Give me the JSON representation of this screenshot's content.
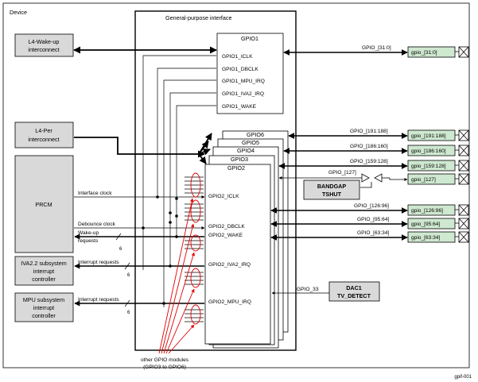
{
  "device_label": "Device",
  "gpi_title": "General-purpose interface",
  "left_blocks": {
    "l4_wakeup": [
      "L4-Wake-up",
      "interconnect"
    ],
    "l4_per": [
      "L4-Per",
      "interconnect"
    ],
    "prcm": "PRCM",
    "iva": [
      "IVA2.2 subsystem",
      "interrupt",
      "controller"
    ],
    "mpu": [
      "MPU subsystem",
      "interrupt",
      "controller"
    ]
  },
  "gpio1": {
    "title": "GPIO1",
    "ports": [
      "GPIO1_ICLK",
      "GPIO1_DBCLK",
      "GPIO1_MPU_IRQ",
      "GPIO1_IVA2_IRQ",
      "GPIO1_WAKE"
    ]
  },
  "gpio_stack_titles": [
    "GPIO6",
    "GPIO5",
    "GPIO4",
    "GPIO3",
    "GPIO2"
  ],
  "gpio2_ports": [
    "GPIO2_ICLK",
    "GPIO2_DBCLK",
    "GPIO2_WAKE",
    "GPIO2_IVA2_IRQ",
    "GPIO2_MPU_IRQ"
  ],
  "signals": {
    "interface_clock": "Interface clock",
    "debounce_clock": "Debounce clock",
    "wakeup_requests": [
      "Wake-up",
      "requests"
    ],
    "interrupt_requests_iva": "Interrupt requests",
    "interrupt_requests_mpu": "Interrupt requests",
    "bus6_a": "6",
    "bus6_b": "6",
    "bus6_c": "6"
  },
  "right_signals": [
    {
      "bus": "GPIO_[31:0]",
      "pin": "gpio_[31:0]"
    },
    {
      "bus": "GPIO_[191:188]",
      "pin": "gpio_[191:188]"
    },
    {
      "bus": "GPIO_[186:160]",
      "pin": "gpio_[186:160]"
    },
    {
      "bus": "GPIO_[159:128]",
      "pin": "gpio_[159:128]"
    },
    {
      "bus": "GPIO_[127]",
      "pin": "gpio_[127]"
    },
    {
      "bus": "GPIO_[126:96]",
      "pin": "gpio_[126:96]"
    },
    {
      "bus": "GPIO_[95:64]",
      "pin": "gpio_[95:64]"
    },
    {
      "bus": "GPIO_[63:34]",
      "pin": "gpio_[63:34]"
    }
  ],
  "bandgap": [
    "BANDGAP",
    "TSHUT"
  ],
  "dac": [
    "DAC1",
    "TV_DETECT"
  ],
  "gpio33_label": "GPIO_33",
  "other_modules": [
    "other GPIO modules",
    "(GPIO3 to GPIO6)"
  ],
  "figure_id": "gpif-001",
  "colors": {
    "pin_fill": "#cfe8d0",
    "block_fill": "#d9d9d9",
    "annotation": "#e00000"
  }
}
